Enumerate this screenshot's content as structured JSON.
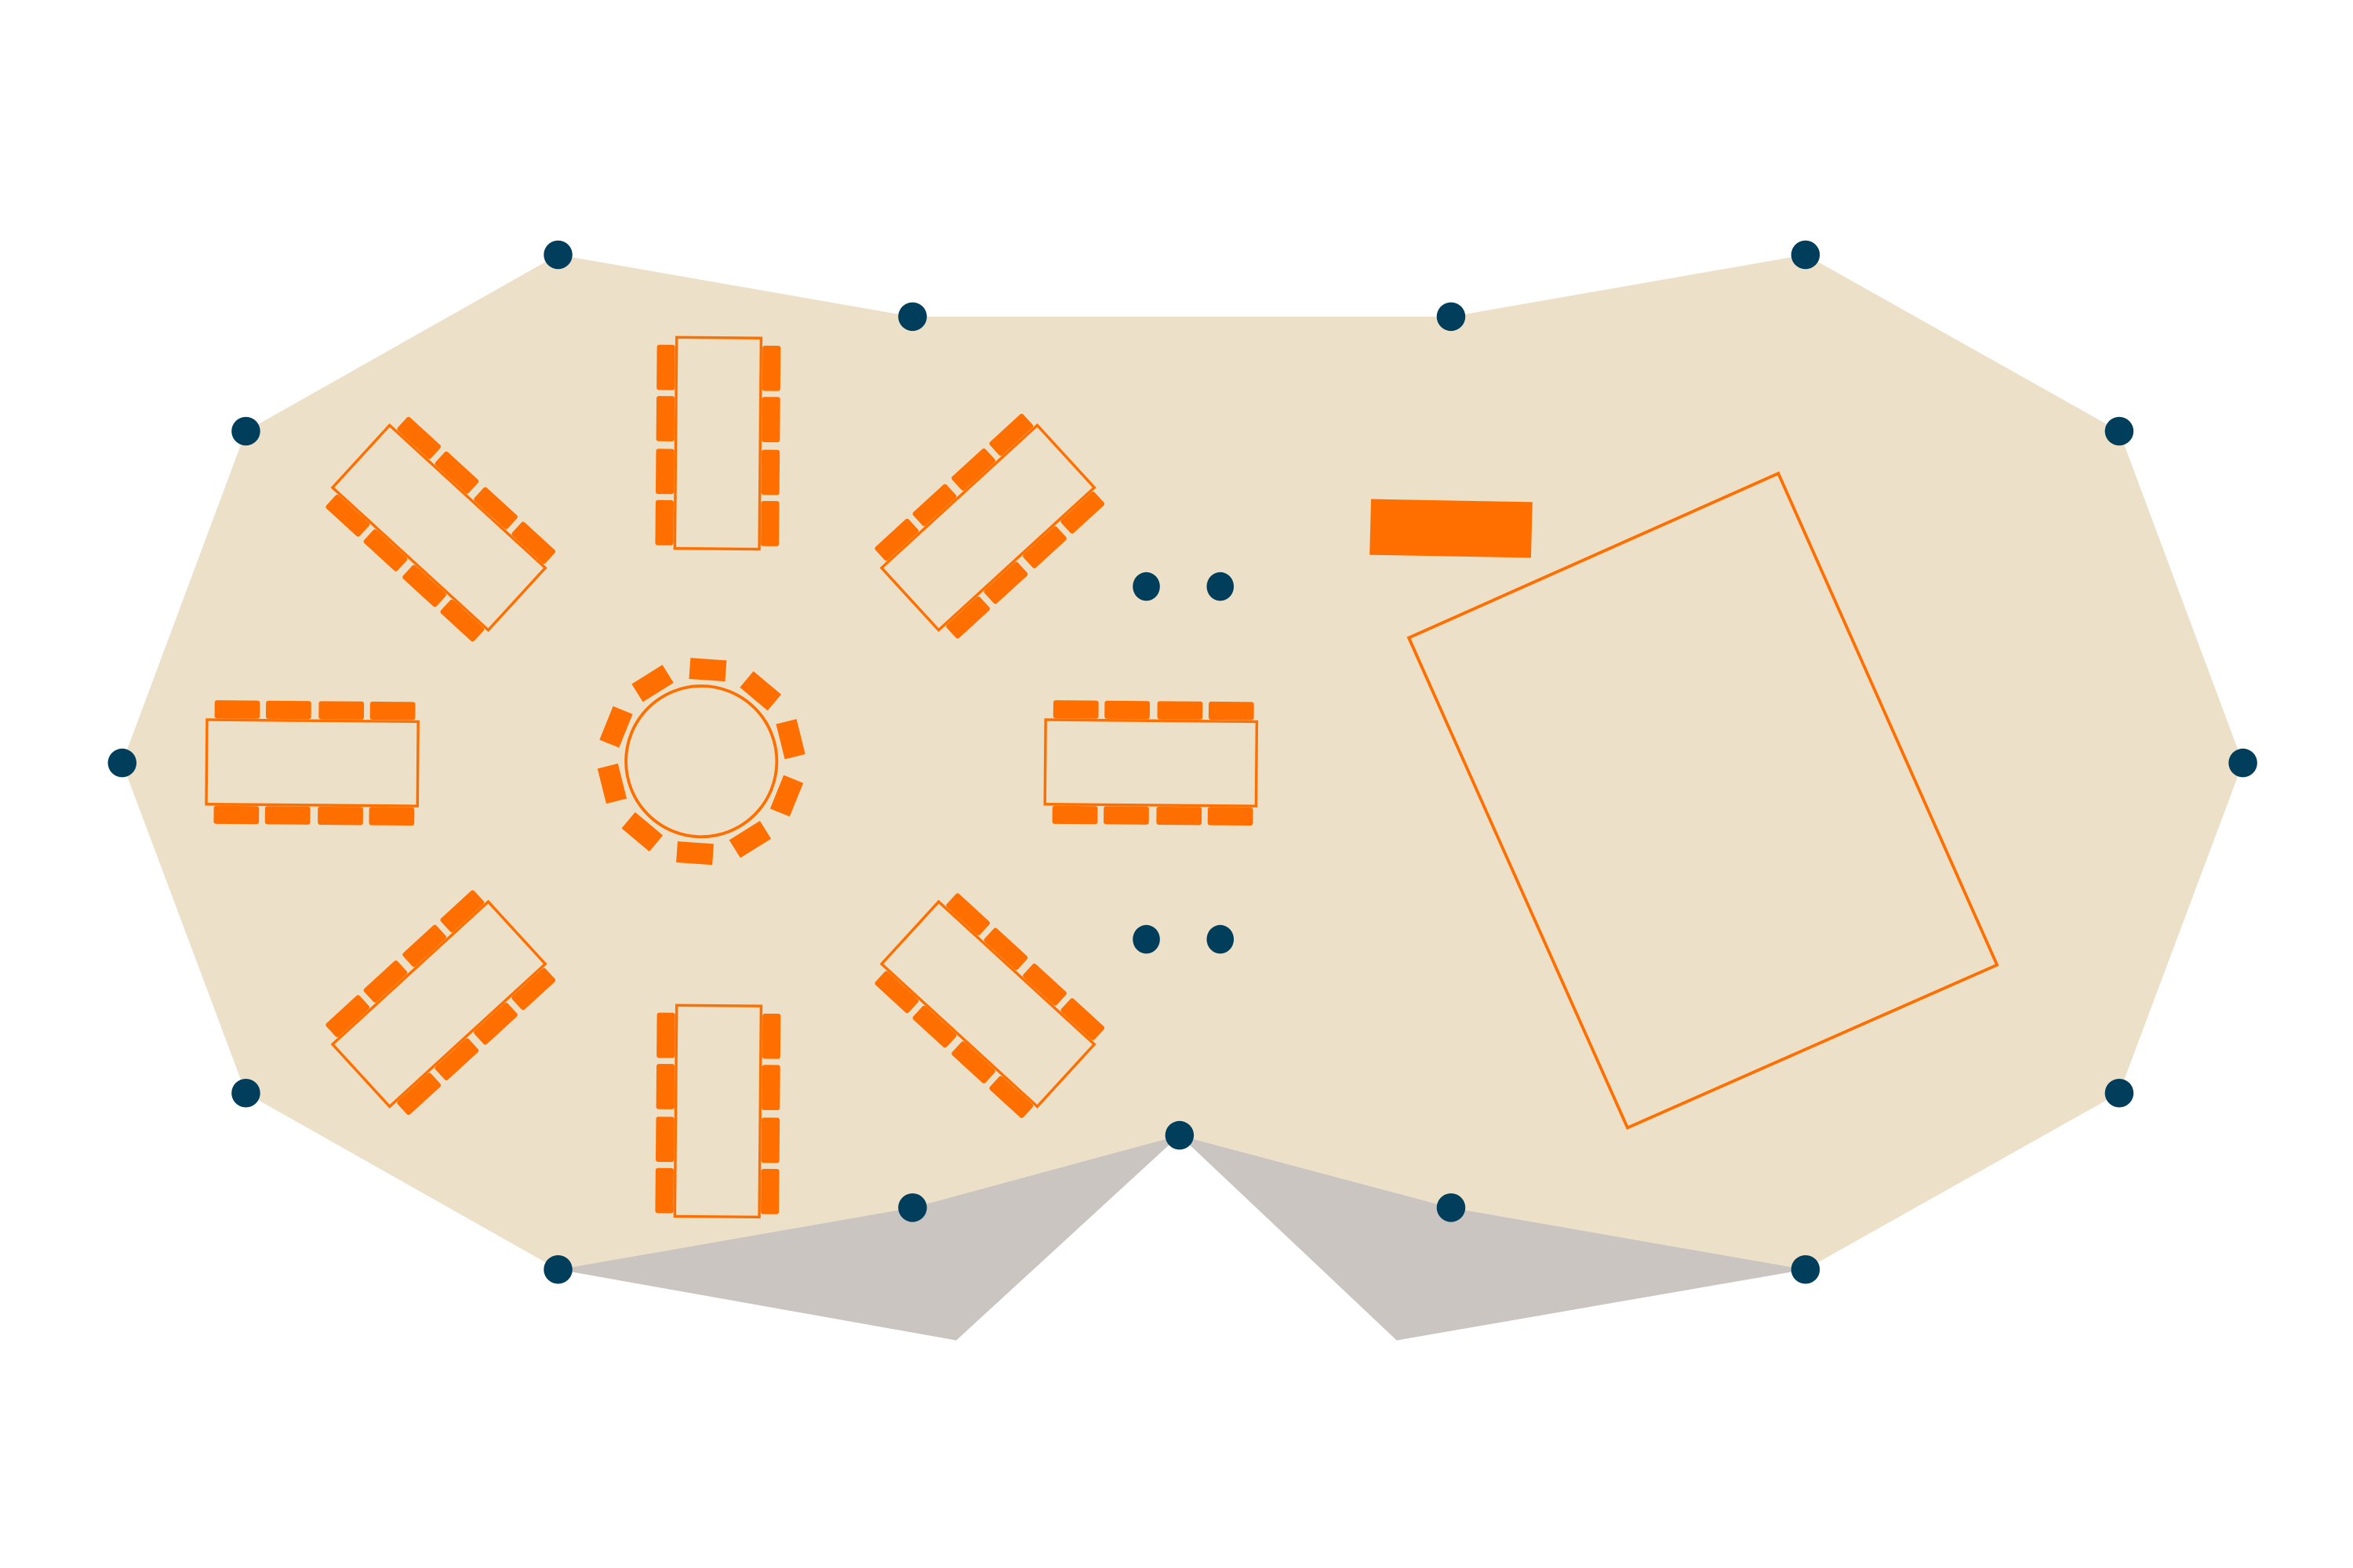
{
  "colors": {
    "floor": "#EDE0C8",
    "outside_area": "#CBC5C2",
    "furniture": "#FF6F00",
    "post": "#003E5C",
    "background": "#FFFFFF"
  },
  "floor_plan": {
    "tent_posts": 15,
    "rectangular_tables": [
      {
        "seats": 8
      },
      {
        "seats": 8
      },
      {
        "seats": 8
      },
      {
        "seats": 8
      },
      {
        "seats": 8
      },
      {
        "seats": 8
      },
      {
        "seats": 8
      },
      {
        "seats": 8
      }
    ],
    "round_table": {
      "seats": 10
    },
    "standing_posts": 4,
    "bar": 1,
    "dance_floor": 1
  }
}
